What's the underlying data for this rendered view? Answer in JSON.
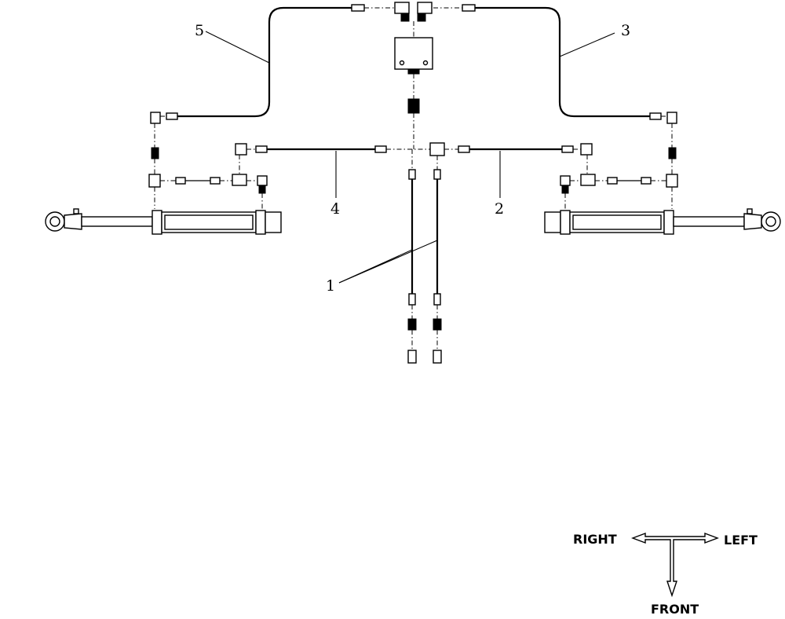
{
  "callouts": {
    "c1": "1",
    "c2": "2",
    "c3": "3",
    "c4": "4",
    "c5": "5"
  },
  "orientation": {
    "right": "RIGHT",
    "left": "LEFT",
    "front": "FRONT"
  }
}
